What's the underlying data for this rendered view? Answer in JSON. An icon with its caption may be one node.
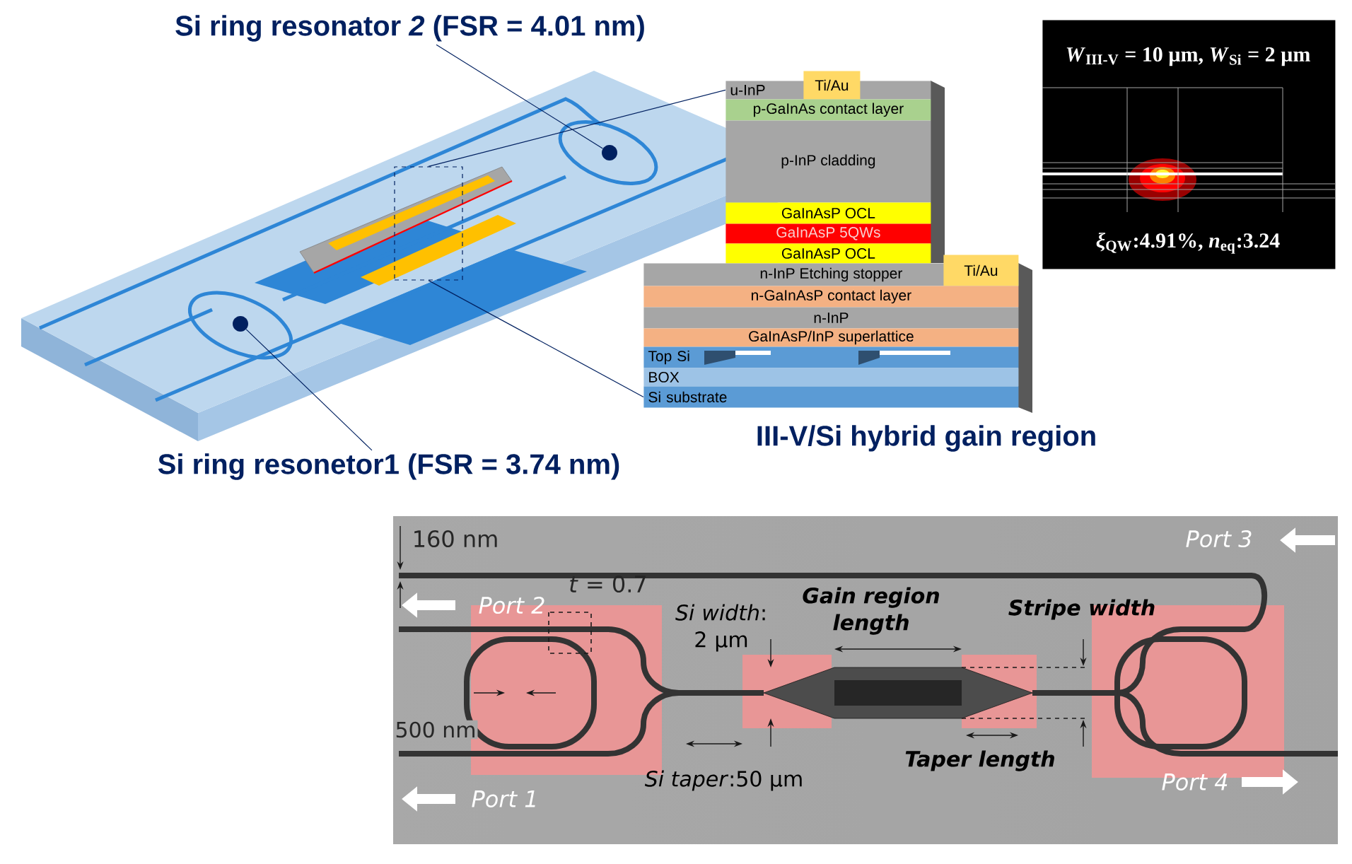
{
  "diagram": {
    "nodes": [
      {
        "text": [
          "Si ring resonator *2* (FSR = 4.01 nm)"
        ]
      },
      {
        "text": [],
        "shape": "circle"
      },
      {
        "text": [],
        "shape": "box"
      },
      {
        "text": [
          "Ti/Au"
        ]
      },
      {
        "text": [
          "u-InP"
        ]
      },
      {
        "text": [
          "p-GaInAs contact layer"
        ]
      },
      {
        "text": [
          "p-InP cladding"
        ]
      },
      {
        "text": [
          "GaInAsP OCL"
        ]
      },
      {
        "text": [
          "GaInAsP 5QWs"
        ]
      },
      {
        "text": [
          "GaInAsP OCL"
        ]
      },
      {
        "text": [
          "n-InP Etching stopper"
        ]
      },
      {
        "text": [
          "Ti/Au"
        ]
      },
      {
        "text": [
          "n-GaInAsP contact layer"
        ]
      },
      {
        "text": [
          "n-InP"
        ]
      },
      {
        "text": [
          "GaInAsP/InP superlattice"
        ]
      },
      {
        "text": [
          "Top Si"
        ]
      },
      {
        "text": [
          "BOX"
        ]
      },
      {
        "text": [
          "Si substrate"
        ]
      },
      {
        "text": [
          "*W*$_{III-V}$ = 10 µm, *W*$_{Si}$ = 2 µm",
          "*ξ*$_{QW}$:4.91%, *n*$_{eq}$:3.24"
        ]
      },
      {
        "text": [],
        "shape": "circle"
      },
      {
        "text": [
          "Si ring resonetor1 (FSR = 3.74 nm)"
        ]
      }
    ],
    "edges": [
      {
        "from": 0,
        "to": 1,
        "arrow": "none"
      },
      {
        "from": 2,
        "to": 4,
        "arrow": "none"
      },
      {
        "from": 2,
        "to": 17,
        "arrow": "none"
      },
      {
        "from": 20,
        "to": 19,
        "arrow": "none"
      }
    ],
    "labels": [
      "III-V/Si hybrid gain region",
      "160 nm",
      "Port 3",
      "Port 2",
      "*t* = 0.7",
      "*Si width*: 2 µm",
      "Gain region length",
      "Stripe width",
      "500 nm",
      "*Si taper*:50 µm",
      "Taper length",
      "Port 1",
      "Port 4"
    ]
  }
}
